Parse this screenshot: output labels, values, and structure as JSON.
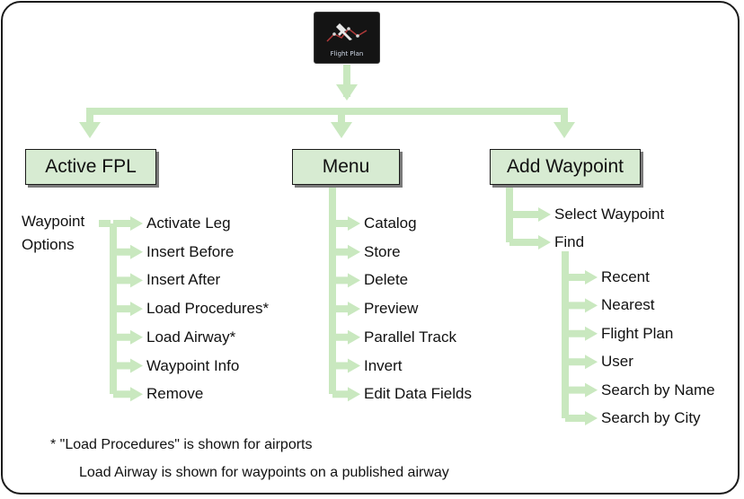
{
  "app": {
    "icon_name": "airplane-icon",
    "label": "Flight Plan"
  },
  "colors": {
    "connector": "#c9e8bf",
    "header_fill": "#d7ebd2",
    "frame": "#1a1a1a"
  },
  "columns": {
    "active_fpl": {
      "title": "Active FPL",
      "group_label_line1": "Waypoint",
      "group_label_line2": "Options",
      "items": [
        "Activate Leg",
        "Insert Before",
        "Insert After",
        "Load Procedures*",
        "Load Airway*",
        "Waypoint Info",
        "Remove"
      ]
    },
    "menu": {
      "title": "Menu",
      "items": [
        "Catalog",
        "Store",
        "Delete",
        "Preview",
        "Parallel Track",
        "Invert",
        "Edit Data Fields"
      ]
    },
    "add_waypoint": {
      "title": "Add Waypoint",
      "items": [
        "Select Waypoint",
        "Find"
      ],
      "find_items": [
        "Recent",
        "Nearest",
        "Flight Plan",
        "User",
        "Search by Name",
        "Search by City"
      ]
    }
  },
  "footnote": {
    "line1": "*  \"Load Procedures\" is shown for airports",
    "line2": "Load Airway is shown for waypoints on a published airway"
  }
}
